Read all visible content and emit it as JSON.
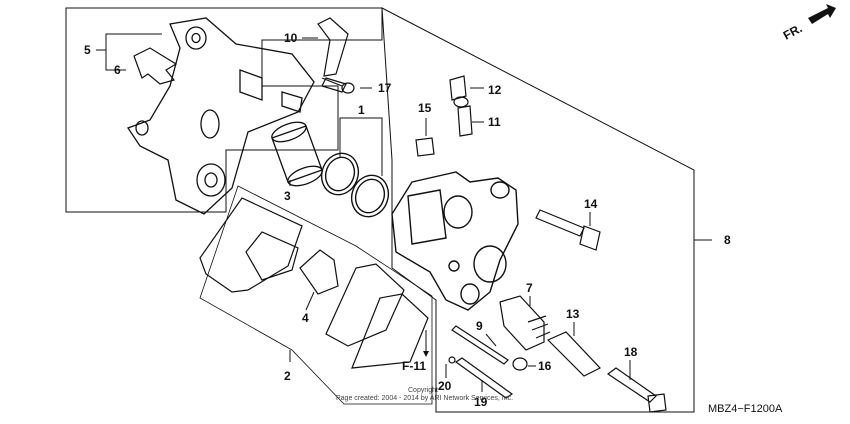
{
  "diagram": {
    "callouts": {
      "c1": "1",
      "c2": "2",
      "c3": "3",
      "c4": "4",
      "c5": "5",
      "c6": "6",
      "c7": "7",
      "c8": "8",
      "c9": "9",
      "c10": "10",
      "c11": "11",
      "c12": "12",
      "c13": "13",
      "c14": "14",
      "c15": "15",
      "c16": "16",
      "c17": "17",
      "c18": "18",
      "c19": "19",
      "c20": "20"
    },
    "section_ref": "F-11",
    "direction_arrow": "FR.",
    "diagram_code": "MBZ4−F1200A",
    "copyright_line1": "Copyright",
    "copyright_line2": "Page created: 2004 - 2014 by ARI Network Services, Inc."
  }
}
